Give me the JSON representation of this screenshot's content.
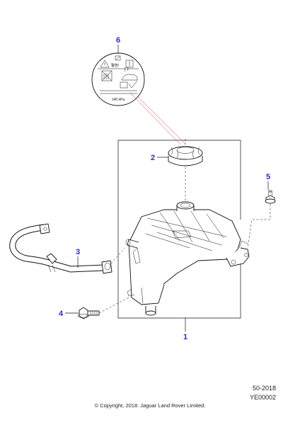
{
  "callouts": {
    "c1": "1",
    "c2": "2",
    "c3": "3",
    "c4": "4",
    "c5": "5",
    "c6": "6"
  },
  "label": {
    "pressure": "140 kPa",
    "warning_text": "警告!"
  },
  "diagram_ref": {
    "date_code": "50-2018",
    "figure_id": "YE00002"
  },
  "copyright": "© Copyright, 2018. Jaguar Land Rover Limited.",
  "colors": {
    "callout": "#2a2ad0",
    "leader_red": "#e03030",
    "line": "#111111"
  }
}
